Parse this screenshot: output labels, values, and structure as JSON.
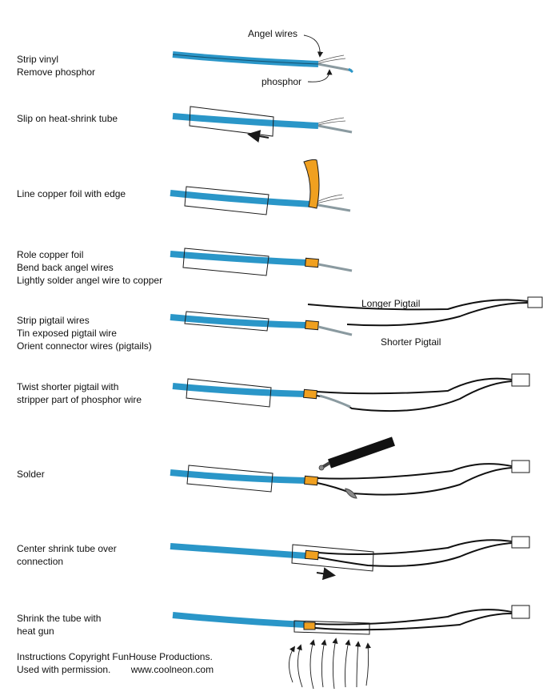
{
  "steps": [
    {
      "lines": [
        "Strip vinyl",
        "Remove phosphor"
      ]
    },
    {
      "lines": [
        "Slip on heat-shrink tube"
      ]
    },
    {
      "lines": [
        "Line copper foil with edge"
      ]
    },
    {
      "lines": [
        "Role copper foil",
        "Bend back angel wires",
        "Lightly solder angel wire to  copper"
      ]
    },
    {
      "lines": [
        "Strip pigtail wires",
        "Tin exposed pigtail wire",
        "Orient connector wires (pigtails)"
      ]
    },
    {
      "lines": [
        "Twist shorter pigtail with",
        "stripper part of phosphor wire"
      ]
    },
    {
      "lines": [
        "Solder"
      ]
    },
    {
      "lines": [
        "Center shrink tube over",
        "connection"
      ]
    },
    {
      "lines": [
        "Shrink the tube with",
        "heat gun"
      ]
    }
  ],
  "callouts": {
    "angel_wires": "Angel wires",
    "phosphor": "phosphor",
    "longer_pigtail": "Longer Pigtail",
    "shorter_pigtail": "Shorter Pigtail"
  },
  "footer": {
    "line1": "Instructions Copyright FunHouse Productions.",
    "line2_left": "Used with permission.",
    "line2_right": "www.coolneon.com"
  },
  "colors": {
    "wire_blue": "#2a96c8",
    "copper_foil": "#f0a020",
    "outline": "#1a1a1a"
  }
}
